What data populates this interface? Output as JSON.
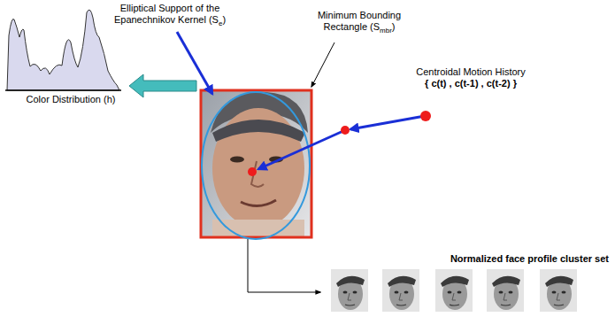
{
  "diagram": {
    "labels": [
      "Elliptical Support of the Epanechnikov Kernel (S",
      "e",
      ")",
      "Minimum Bounding Rectangle (S",
      "mbr",
      ")",
      "Centroidal Motion History",
      "{ c(t) , c(t-1) , c(t-2) }",
      "Color Distribution (h)",
      "Normalized face profile cluster set"
    ]
  }
}
